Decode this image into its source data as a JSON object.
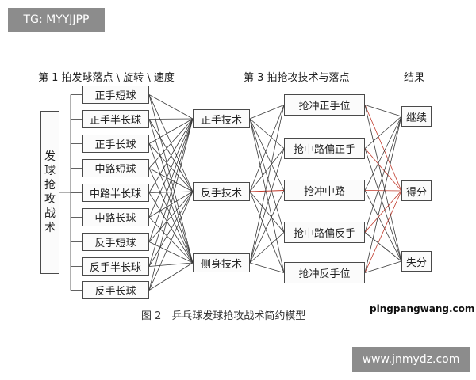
{
  "watermark_top_left": "TG: MYYJJPP",
  "watermark_site": "pingpangwang.com",
  "watermark_bottom_right": "www.jnmydz.com",
  "heading_serve": "第 1 拍发球落点 \\ 旋转 \\ 速度",
  "heading_attack": "第 3 拍抢攻技术与落点",
  "heading_result": "结果",
  "root_label_chars": [
    "发",
    "球",
    "抢",
    "攻",
    "战",
    "术"
  ],
  "serve_nodes": [
    "正手短球",
    "正手半长球",
    "正手长球",
    "中路短球",
    "中路半长球",
    "中路长球",
    "反手短球",
    "反手半长球",
    "反手长球"
  ],
  "technique_nodes": [
    "正手技术",
    "反手技术",
    "侧身技术"
  ],
  "attack_nodes": [
    "抢冲正手位",
    "抢中路偏正手",
    "抢冲中路",
    "抢中路偏反手",
    "抢冲反手位"
  ],
  "result_nodes": [
    "继续",
    "得分",
    "失分"
  ],
  "caption": "图 2　乒乓球发球抢攻战术简约模型",
  "colors": {
    "line": "#3a3a3a",
    "accent_line": "#c0392b",
    "box_border": "#4a4a4a"
  }
}
